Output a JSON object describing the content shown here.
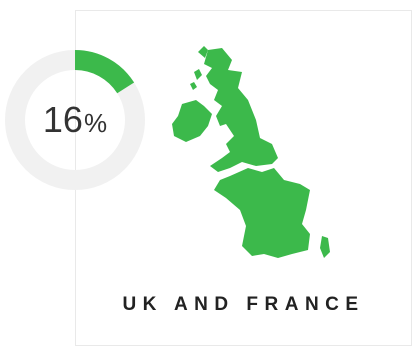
{
  "stat": {
    "value": 16,
    "value_text": "16",
    "unit": "%",
    "track_color": "#f1f1f1",
    "fill_color": "#3cb94b"
  },
  "region": {
    "title": "UK AND FRANCE",
    "map_icon": "uk-france-map-icon",
    "map_color": "#3cb94b"
  }
}
